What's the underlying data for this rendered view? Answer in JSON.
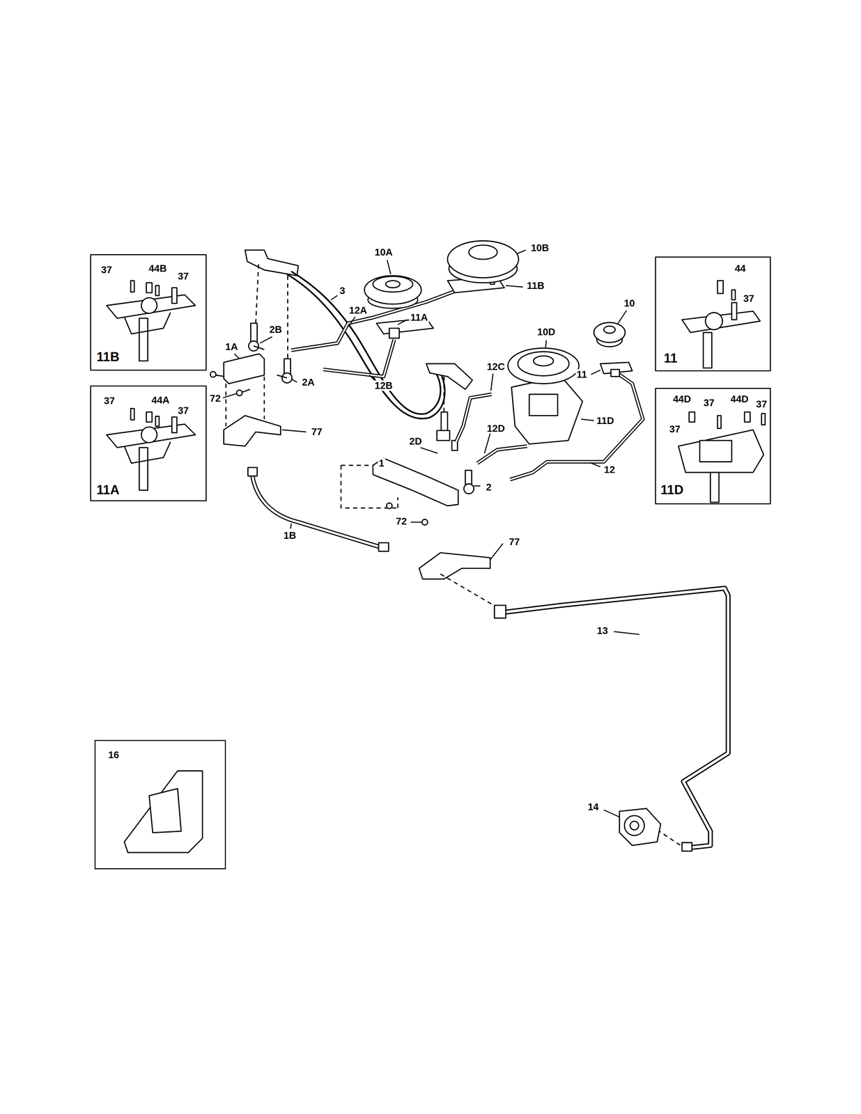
{
  "diagram": {
    "nodes": [
      {
        "text": [
          "37",
          "44B",
          "37",
          "11B"
        ]
      },
      {
        "text": [
          "37",
          "44A",
          "37",
          "11A"
        ]
      },
      {
        "text": [
          "44",
          "37",
          "11"
        ]
      },
      {
        "text": [
          "44D",
          "37",
          "44D",
          "37",
          "37",
          "11D"
        ]
      },
      {
        "text": [
          "16"
        ]
      }
    ],
    "labels": [
      "10A",
      "10B",
      "11B",
      "3",
      "12A",
      "2B",
      "11A",
      "1A",
      "2A",
      "72",
      "77",
      "12B",
      "12C",
      "2D",
      "12D",
      "1",
      "2",
      "11",
      "10",
      "10D",
      "11D",
      "12",
      "72",
      "1B",
      "77",
      "13",
      "14"
    ]
  }
}
